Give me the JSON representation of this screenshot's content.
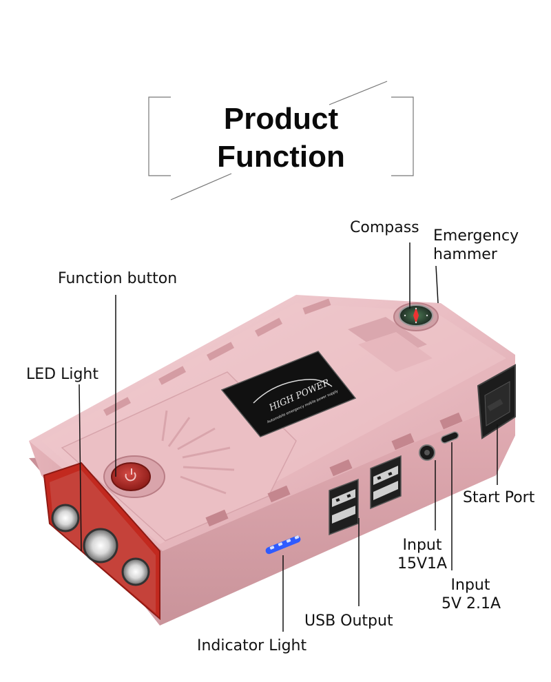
{
  "title": {
    "line1": "Product",
    "line2": "Function"
  },
  "badge": {
    "brand": "HIGH POWER",
    "tagline": "Automobile emergency mobile power supply"
  },
  "callouts": {
    "compass": "Compass",
    "emergency_hammer_line1": "Emergency",
    "emergency_hammer_line2": "hammer",
    "function_button": "Function button",
    "led_light": "LED Light",
    "start_port": "Start Port",
    "input_15v_line1": "Input",
    "input_15v_line2": "15V1A",
    "input_5v_line1": "Input",
    "input_5v_line2": "5V 2.1A",
    "usb_output": "USB Output",
    "indicator_light": "Indicator Light"
  },
  "colors": {
    "body_pink": "#e8b7bd",
    "body_shadow": "#c98f97",
    "body_highlight": "#f6dde0",
    "led_panel_red": "#c2291f",
    "badge_black": "#111111",
    "indicator_blue": "#2f5bff"
  }
}
